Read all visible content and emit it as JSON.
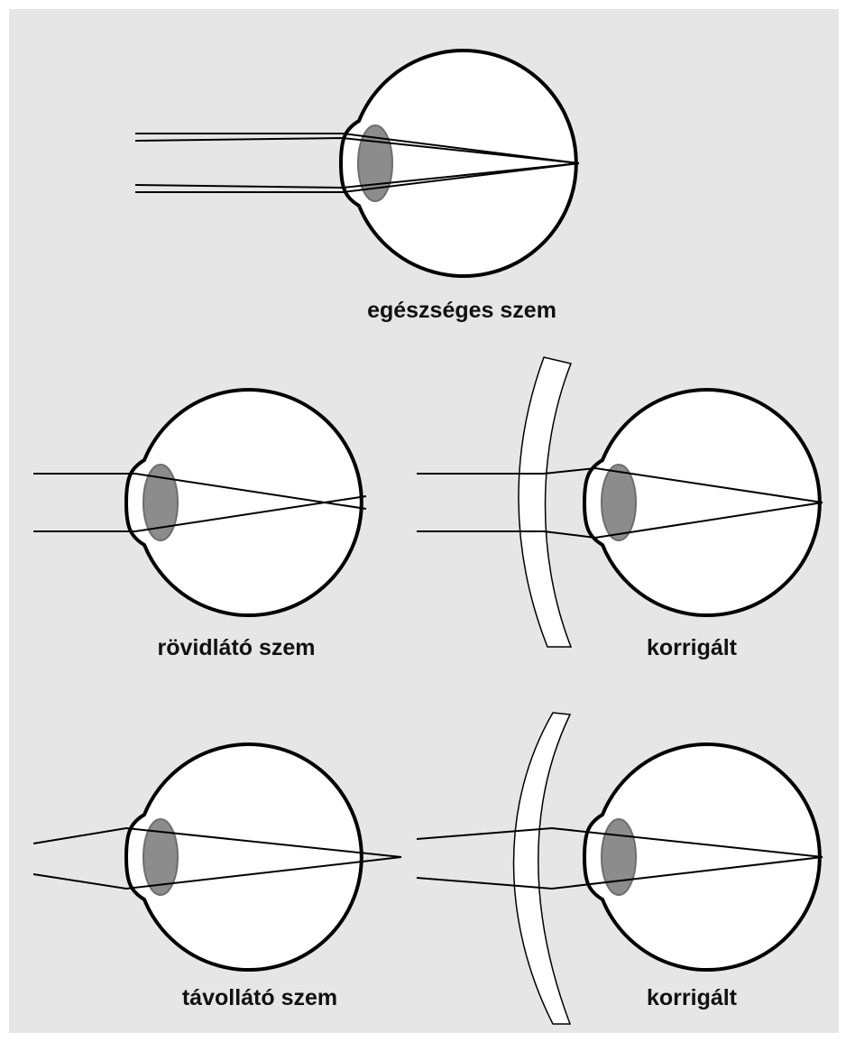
{
  "labels": {
    "healthy": "egészséges szem",
    "myopic": "rövidlátó szem",
    "myopic_corrected": "korrigált",
    "hyperopic": "távollátó szem",
    "hyperopic_corrected": "korrigált"
  },
  "colors": {
    "background": "#e6e6e6",
    "eye_fill": "#ffffff",
    "outline": "#000000",
    "lens_fill": "#8c8c8c",
    "lens_stroke": "#6e6e6e"
  }
}
